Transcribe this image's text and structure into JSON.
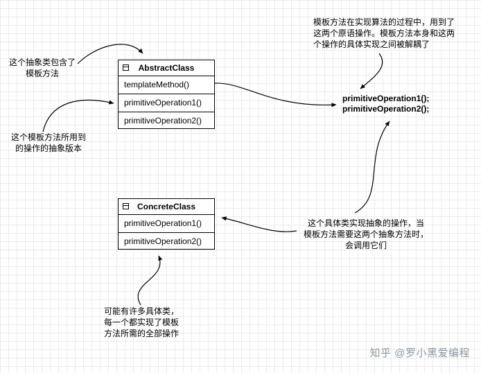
{
  "diagram": {
    "abstract_class": {
      "title": "AbstractClass",
      "methods": [
        "templateMethod()",
        "primitiveOperation1()",
        "primitiveOperation2()"
      ]
    },
    "concrete_class": {
      "title": "ConcreteClass",
      "methods": [
        "primitiveOperation1()",
        "primitiveOperation2()"
      ]
    },
    "annotations": {
      "abstract_note": "这个抽象类包含了\n模板方法",
      "decouple_note": "模板方法在实现算法的过程中，用到了\n这两个原语操作。模板方法本身和这两\n个操作的具体实现之间被解耦了",
      "code_snippet": "primitiveOperation1();\nprimitiveOperation2();",
      "abstract_ops_note": "这个模板方法所用到\n的操作的抽象版本",
      "concrete_note": "这个具体类实现抽象的操作，当\n模板方法需要这两个抽象方法时，\n会调用它们",
      "many_concrete_note": "可能有许多具体类，\n每一个都实现了模板\n方法所需的全部操作"
    },
    "watermark": "知乎 @罗小黑爱编程"
  }
}
